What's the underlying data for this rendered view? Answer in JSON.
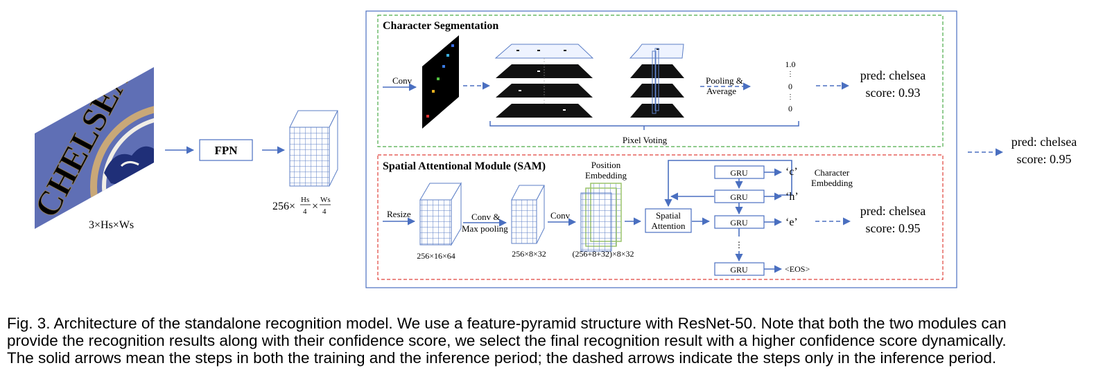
{
  "input": {
    "image_text": "CHELSEA",
    "size_label": "3×Hs×Ws",
    "image_colors": {
      "bg": "#5f6fb5",
      "letters": "#f4f2ec",
      "gold": "#c9a878",
      "lion": "#1f2f78"
    }
  },
  "fpn": {
    "label": "FPN"
  },
  "feature_map": {
    "label": {
      "prefix": "256×",
      "num1": "Hs",
      "den1": "4",
      "times": "×",
      "num2": "Ws",
      "den2": "4"
    }
  },
  "char_seg": {
    "title": "Character Segmentation",
    "conv_label": "Conv",
    "pooling_label_1": "Pooling &",
    "pooling_label_2": "Average",
    "pixel_voting": "Pixel Voting",
    "values": [
      "1.0",
      "0",
      "0"
    ],
    "pred": "pred: chelsea",
    "score": "score: 0.93"
  },
  "sam": {
    "title": "Spatial Attentional Module (SAM)",
    "resize_label": "Resize",
    "conv_pool_1": "Conv &",
    "conv_pool_2": "Max pooling",
    "conv_label": "Conv",
    "pos_emb_1": "Position",
    "pos_emb_2": "Embedding",
    "size1": "256×16×64",
    "size2": "256×8×32",
    "size3": "(256+8+32)×8×32",
    "attention_1": "Spatial",
    "attention_2": "Attention",
    "gru": "GRU",
    "outputs": [
      "‘c’",
      "‘h’",
      "‘e’",
      "<EOS>"
    ],
    "char_emb_1": "Character",
    "char_emb_2": "Embedding",
    "pred": "pred: chelsea",
    "score": "score: 0.95"
  },
  "final": {
    "pred": "pred: chelsea",
    "score": "score: 0.95"
  },
  "colors": {
    "solid_arrow": "#4a6fc0",
    "module_border": "#4a6fc0",
    "cs_border": "#4aab48",
    "sam_border": "#e0413a",
    "grid_blue": "#5b7ec6",
    "pos_green": "#9ac46a"
  },
  "caption": [
    "Fig. 3. Architecture of the standalone recognition model. We use a feature-pyramid structure with ResNet-50. Note that both the two modules can",
    "provide the recognition results along with their confidence score, we select the final recognition result with a higher confidence score dynamically.",
    "The solid arrows mean the steps in both the training and the inference period; the dashed arrows indicate the steps only in the inference period."
  ]
}
